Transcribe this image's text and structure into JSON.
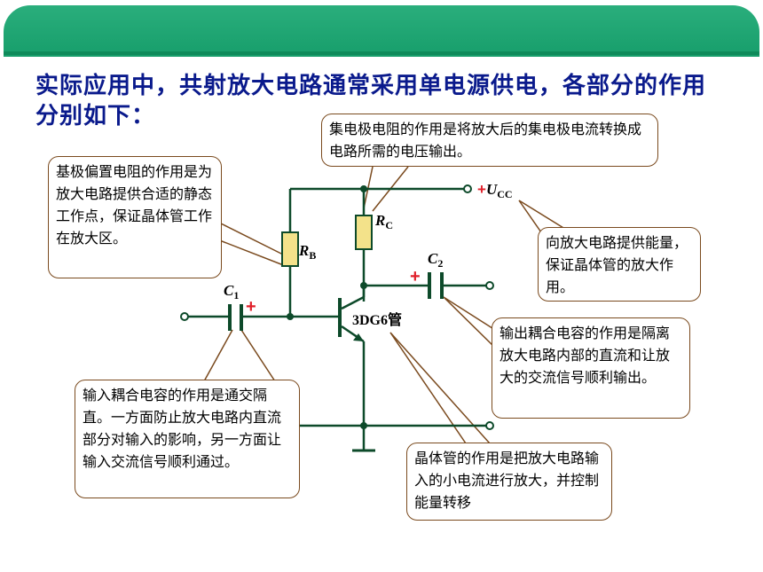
{
  "intro": {
    "text": "实际应用中，共射放大电路通常采用单电源供电，各部分的作用分别如下："
  },
  "callouts": {
    "collector_resistor": "集电极电阻的作用是将放大后的集电极电流转换成电路所需的电压输出。",
    "base_resistor": "基极偏置电阻的作用是为放大电路提供合适的静态工作点，保证晶体管工作在放大区。",
    "power_supply": "向放大电路提供能量，保证晶体管的放大作用。",
    "output_capacitor": "输出耦合电容的作用是隔离放大电路内部的直流和让放大的交流信号顺利输出。",
    "input_capacitor": "输入耦合电容的作用是通交隔直。一方面防止放大电路内直流部分对输入的影响，另一方面让输入交流信号顺利通过。",
    "transistor": "晶体管的作用是把放大电路输入的小电流进行放大，并控制能量转移"
  },
  "labels": {
    "rb": "R",
    "rb_sub": "B",
    "rc": "R",
    "rc_sub": "C",
    "c1": "C",
    "c1_sub": "1",
    "c2": "C",
    "c2_sub": "2",
    "ucc_plus": "+",
    "ucc": "U",
    "ucc_sub": "CC",
    "transistor": "3DG6管",
    "c1_polarity": "+",
    "c2_polarity": "+"
  },
  "colors": {
    "banner": "#1fa673",
    "text_blue": "#0a1a8c",
    "callout_border": "#7a4a1e",
    "wire": "#0d4a2a",
    "resistor_fill": "#f3e28a",
    "polarity_red": "#e0202a"
  }
}
